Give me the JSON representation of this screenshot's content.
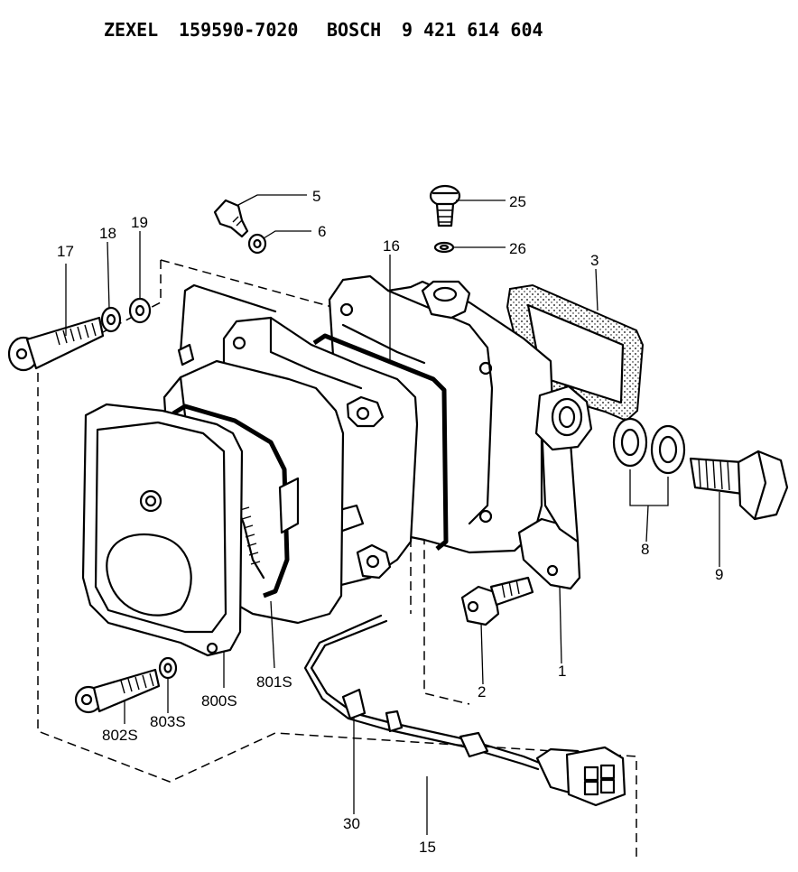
{
  "header": {
    "make1": "ZEXEL",
    "part1": "159590-7020",
    "make2": "BOSCH",
    "part2": "9 421 614 604"
  },
  "callouts": {
    "c1": "1",
    "c2": "2",
    "c3": "3",
    "c5": "5",
    "c6": "6",
    "c8": "8",
    "c9": "9",
    "c15": "15",
    "c16": "16",
    "c17": "17",
    "c18": "18",
    "c19": "19",
    "c25": "25",
    "c26": "26",
    "c30": "30",
    "c800s": "800S",
    "c801s": "801S",
    "c802s": "802S",
    "c803s": "803S"
  }
}
